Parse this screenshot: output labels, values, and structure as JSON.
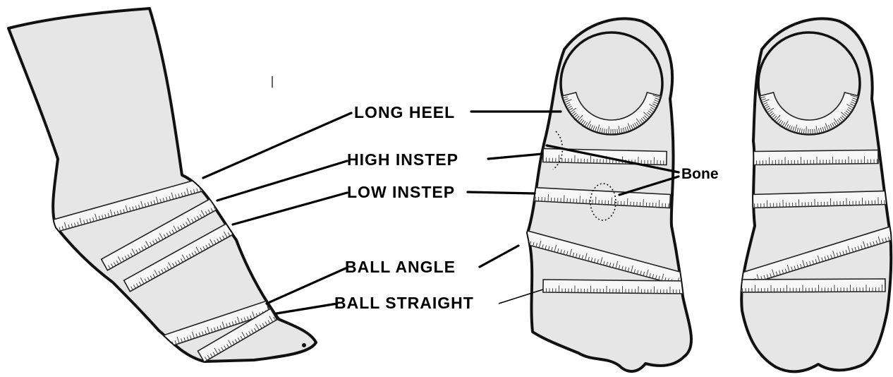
{
  "labels": {
    "long_heel": "LONG HEEL",
    "high_instep": "HIGH INSTEP",
    "low_instep": "LOW INSTEP",
    "ball_angle": "BALL ANGLE",
    "ball_straight": "BALL STRAIGHT",
    "bone": "Bone"
  },
  "colors": {
    "foot_fill": "#e6e6e6",
    "outline": "#111111",
    "tape": "#f7f7f7"
  }
}
